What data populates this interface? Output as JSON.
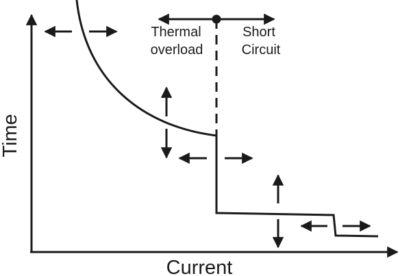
{
  "diagram": {
    "zones": {
      "thermal": {
        "line1": "Thermal",
        "line2": "overload"
      },
      "short_circuit": {
        "line1": "Short",
        "line2": "Circuit"
      }
    },
    "axes": {
      "y_label": "Time",
      "x_label": "Current"
    },
    "colors": {
      "ink": "#1a1a1a",
      "background": "#ffffff"
    }
  }
}
